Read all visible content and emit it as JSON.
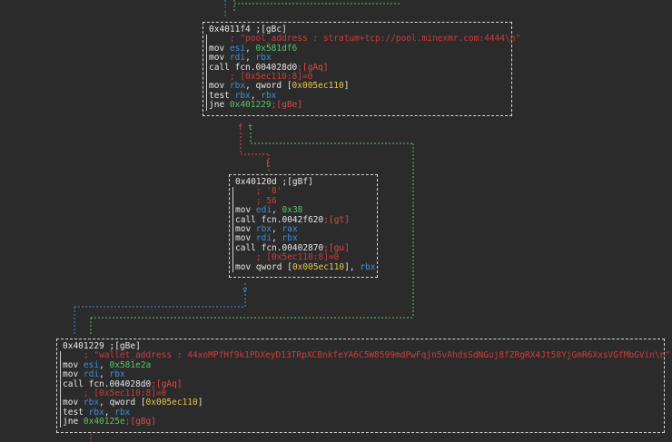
{
  "node_top": {
    "header": "0x4011f4 ;[gBc]",
    "lines": [
      {
        "type": "comment",
        "text": "; \"pool_address : stratum+tcp://pool.minexmr.com:4444\\n\""
      },
      {
        "type": "instr",
        "mn": "mov",
        "a": "esi",
        "sep": ", ",
        "b": "0x581df6",
        "bcls": "num"
      },
      {
        "type": "instr",
        "mn": "mov",
        "a": "rdi",
        "sep": ", ",
        "b": "rbx",
        "bcls": "reg"
      },
      {
        "type": "call",
        "mn": "call",
        "t": "fcn.004028d0",
        "l": ";[gAq]"
      },
      {
        "type": "comment",
        "text": "; [0x5ec110:8]=0"
      },
      {
        "type": "mem",
        "mn": "mov",
        "a": "rbx",
        "pre": ", qword [",
        "addr": "0x005ec110",
        "post": "]"
      },
      {
        "type": "instr",
        "mn": "test",
        "a": "rbx",
        "sep": ", ",
        "b": "rbx",
        "bcls": "reg"
      },
      {
        "type": "jmp",
        "mn": "jne",
        "t": "0x401229",
        "l": ";[gBe]"
      }
    ]
  },
  "node_mid": {
    "header": "0x40120d ;[gBf]",
    "lines": [
      {
        "type": "comment",
        "text": "; '8'"
      },
      {
        "type": "comment",
        "text": "; 56"
      },
      {
        "type": "instr",
        "mn": "mov",
        "a": "edi",
        "sep": ", ",
        "b": "0x38",
        "bcls": "num"
      },
      {
        "type": "call",
        "mn": "call",
        "t": "fcn.0042f620",
        "l": ";[gt]"
      },
      {
        "type": "instr",
        "mn": "mov",
        "a": "rbx",
        "sep": ", ",
        "b": "rax",
        "bcls": "reg"
      },
      {
        "type": "instr",
        "mn": "mov",
        "a": "rdi",
        "sep": ", ",
        "b": "rbx",
        "bcls": "reg"
      },
      {
        "type": "call",
        "mn": "call",
        "t": "fcn.00402870",
        "l": ";[gu]"
      },
      {
        "type": "comment",
        "text": "; [0x5ec110:8]=0"
      },
      {
        "type": "memstore",
        "mn": "mov",
        "pre": "qword [",
        "addr": "0x005ec110",
        "post": "], ",
        "b": "rbx"
      }
    ]
  },
  "node_bot": {
    "header": "0x401229 ;[gBe]",
    "lines": [
      {
        "type": "comment",
        "text": "; \"wallet_address : 44xoMPfHf9k1PDXeyD13TRpXCBnkfeYA6C5W8599mdPwFqjn5vAhdsSdNGuj8fZRgRX4Jt58YjGmR6XxsVGfMbGVin\\n\""
      },
      {
        "type": "instr",
        "mn": "mov",
        "a": "esi",
        "sep": ", ",
        "b": "0x581e2a",
        "bcls": "num"
      },
      {
        "type": "instr",
        "mn": "mov",
        "a": "rdi",
        "sep": ", ",
        "b": "rbx",
        "bcls": "reg"
      },
      {
        "type": "call",
        "mn": "call",
        "t": "fcn.004028d0",
        "l": ";[gAq]"
      },
      {
        "type": "comment",
        "text": "; [0x5ec110:8]=0"
      },
      {
        "type": "mem",
        "mn": "mov",
        "a": "rbx",
        "pre": ", qword [",
        "addr": "0x005ec110",
        "post": "]"
      },
      {
        "type": "instr",
        "mn": "test",
        "a": "rbx",
        "sep": ", ",
        "b": "rbx",
        "bcls": "reg"
      },
      {
        "type": "jmp",
        "mn": "jne",
        "t": "0x40125e",
        "l": ";[gBg]"
      }
    ]
  },
  "edges": {
    "true_label": "t",
    "false_label": "f",
    "down_arrow": "v"
  }
}
